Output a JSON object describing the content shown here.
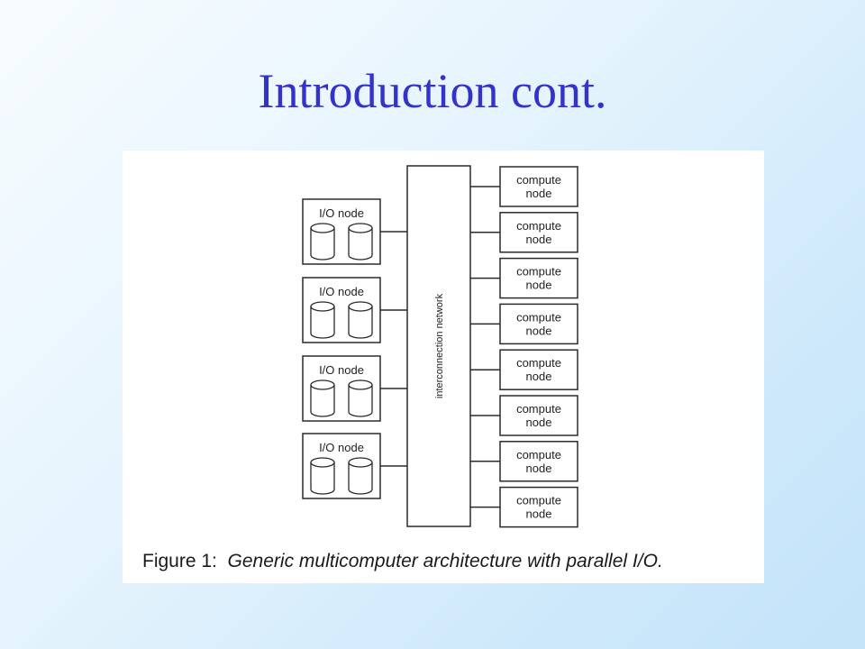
{
  "slide": {
    "title": "Introduction cont."
  },
  "figure": {
    "network_label": "interconnection network",
    "io_nodes": [
      {
        "label": "I/O node",
        "disks": 2
      },
      {
        "label": "I/O node",
        "disks": 2
      },
      {
        "label": "I/O node",
        "disks": 2
      },
      {
        "label": "I/O node",
        "disks": 2
      }
    ],
    "compute_nodes": [
      {
        "line1": "compute",
        "line2": "node"
      },
      {
        "line1": "compute",
        "line2": "node"
      },
      {
        "line1": "compute",
        "line2": "node"
      },
      {
        "line1": "compute",
        "line2": "node"
      },
      {
        "line1": "compute",
        "line2": "node"
      },
      {
        "line1": "compute",
        "line2": "node"
      },
      {
        "line1": "compute",
        "line2": "node"
      },
      {
        "line1": "compute",
        "line2": "node"
      }
    ],
    "caption_prefix": "Figure 1:",
    "caption_text": "Generic multicomputer architecture with parallel I/O."
  },
  "colors": {
    "title": "#3333cc",
    "stroke": "#2a2a2a"
  }
}
